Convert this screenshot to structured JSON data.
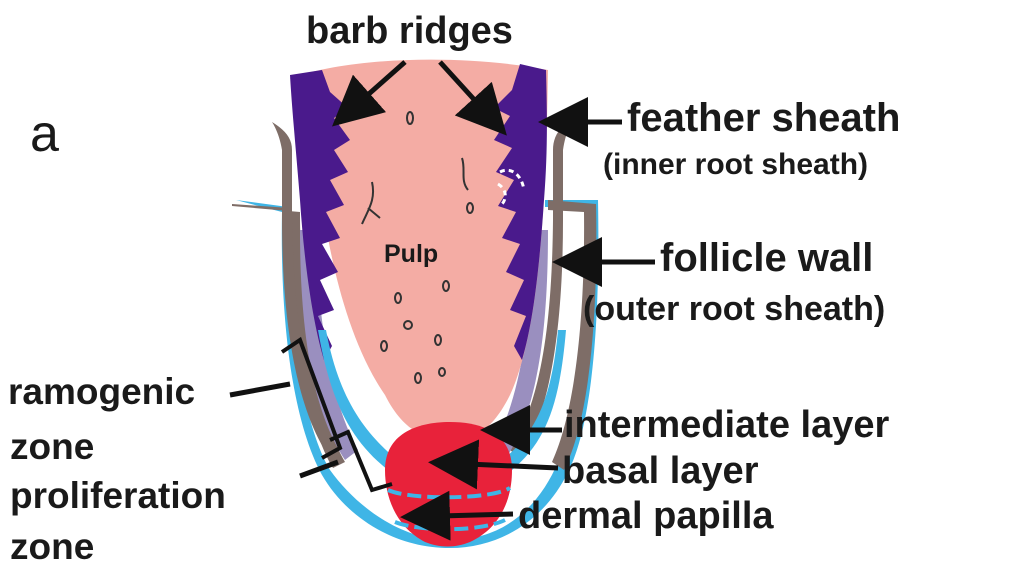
{
  "panel_letter": "a",
  "labels": {
    "barb_ridges": "barb ridges",
    "feather_sheath": "feather sheath",
    "inner_root_sheath": "(inner root sheath)",
    "follicle_wall": "follicle wall",
    "outer_root_sheath": "(outer root sheath)",
    "ramogenic": "ramogenic",
    "zone_1": "zone",
    "proliferation": "proliferation",
    "zone_2": "zone",
    "intermediate_layer": "intermediate layer",
    "basal_layer": "basal layer",
    "dermal_papilla": "dermal papilla",
    "pulp": "Pulp"
  },
  "colors": {
    "pulp": "#f4aca4",
    "barb_ridges": "#4a1a8c",
    "sheath": "#7e6d67",
    "follicle": "#3fb5e6",
    "intermediate": "#9a8fbf",
    "dermal_papilla": "#e8223a",
    "text": "#1a1a1a"
  }
}
